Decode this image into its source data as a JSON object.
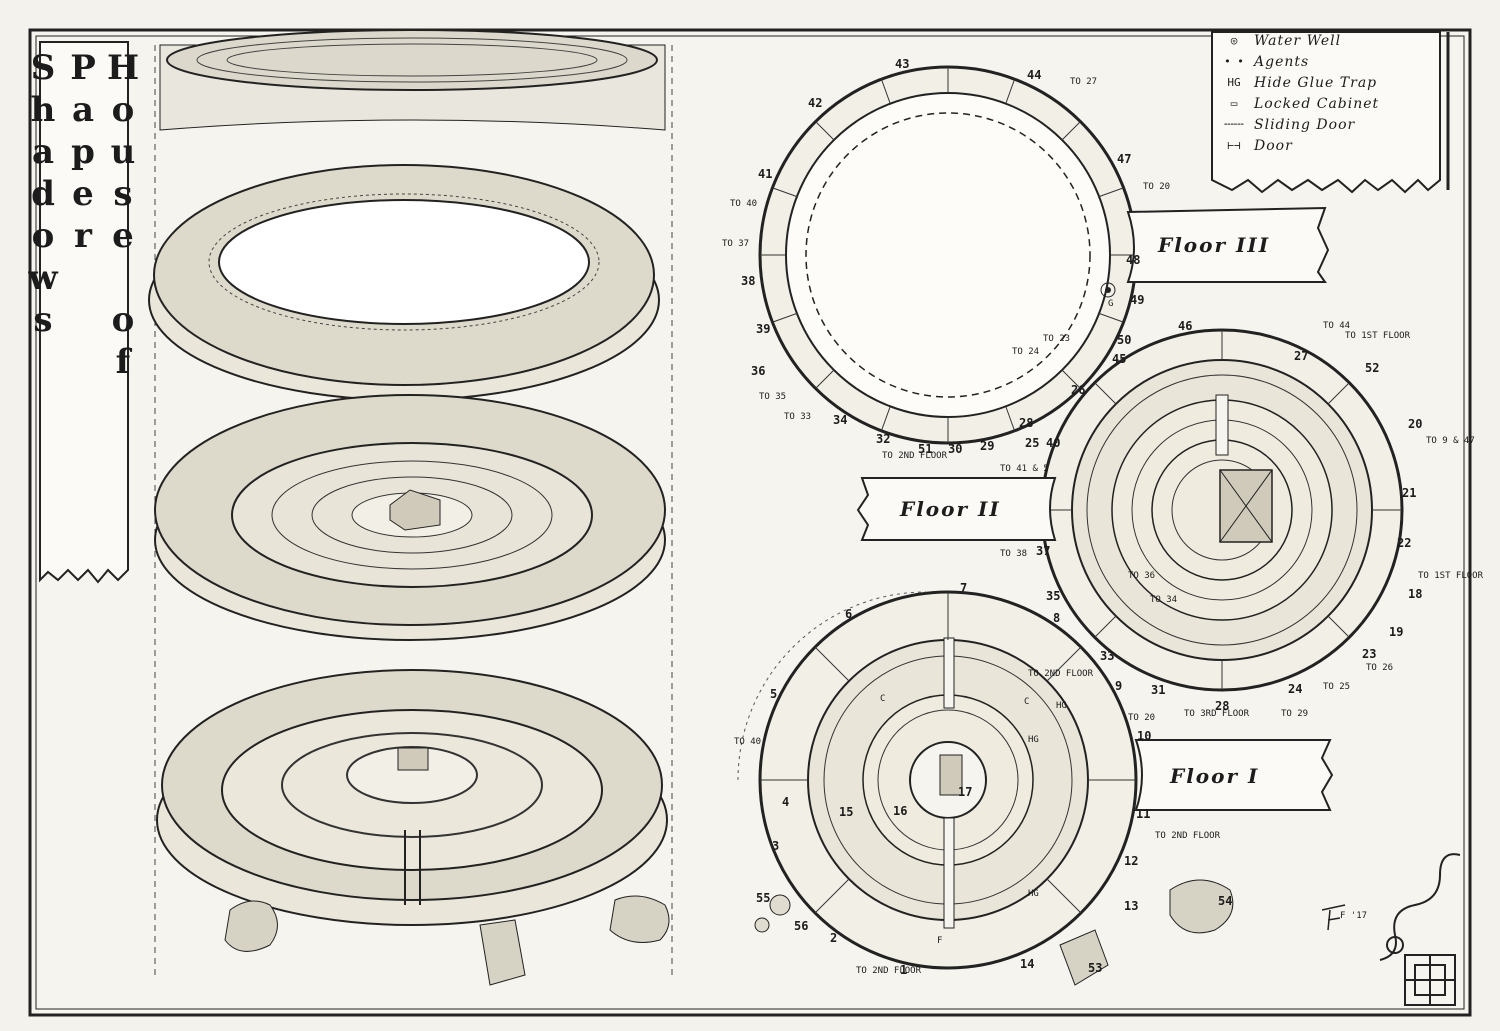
{
  "title": "House of Paper Shadows",
  "legend": [
    {
      "icon": "water-well-icon",
      "symbol": "◎",
      "label": "Water Well"
    },
    {
      "icon": "agents-icon",
      "symbol": "• •",
      "label": "Agents"
    },
    {
      "icon": "hide-glue-trap-icon",
      "symbol": "HG",
      "label": "Hide Glue Trap"
    },
    {
      "icon": "locked-cabinet-icon",
      "symbol": "▭",
      "label": "Locked Cabinet"
    },
    {
      "icon": "sliding-door-icon",
      "symbol": "╌╌╌",
      "label": "Sliding Door"
    },
    {
      "icon": "door-icon",
      "symbol": "⊢⊣",
      "label": "Door"
    }
  ],
  "floors": {
    "floor3": "Floor III",
    "floor2": "Floor II",
    "floor1": "Floor I"
  },
  "signature": "F '17",
  "labels": [
    {
      "t": "43"
    },
    {
      "t": "44"
    },
    {
      "t": "TO 27"
    },
    {
      "t": "42"
    },
    {
      "t": "47"
    },
    {
      "t": "TO 20"
    },
    {
      "t": "41"
    },
    {
      "t": "TO 40"
    },
    {
      "t": "TO 37"
    },
    {
      "t": "38"
    },
    {
      "t": "48"
    },
    {
      "t": "49"
    },
    {
      "t": "39"
    },
    {
      "t": "50"
    },
    {
      "t": "36"
    },
    {
      "t": "TO 24"
    },
    {
      "t": "TO 23"
    },
    {
      "t": "26"
    },
    {
      "t": "TO 35"
    },
    {
      "t": "TO 33"
    },
    {
      "t": "34"
    },
    {
      "t": "32"
    },
    {
      "t": "51"
    },
    {
      "t": "30"
    },
    {
      "t": "29"
    },
    {
      "t": "25"
    },
    {
      "t": "28"
    },
    {
      "t": "TO 2ND FLOOR"
    },
    {
      "t": "46"
    },
    {
      "t": "27"
    },
    {
      "t": "TO 44"
    },
    {
      "t": "TO 1ST FLOOR"
    },
    {
      "t": "45"
    },
    {
      "t": "52"
    },
    {
      "t": "40"
    },
    {
      "t": "20"
    },
    {
      "t": "TO 9 & 47"
    },
    {
      "t": "TO 41 & 5"
    },
    {
      "t": "21"
    },
    {
      "t": "TO 38"
    },
    {
      "t": "37"
    },
    {
      "t": "22"
    },
    {
      "t": "TO 1ST FLOOR"
    },
    {
      "t": "35"
    },
    {
      "t": "TO 36"
    },
    {
      "t": "TO 34"
    },
    {
      "t": "18"
    },
    {
      "t": "19"
    },
    {
      "t": "33"
    },
    {
      "t": "23"
    },
    {
      "t": "TO 26"
    },
    {
      "t": "31"
    },
    {
      "t": "24"
    },
    {
      "t": "TO 25"
    },
    {
      "t": "TO 3RD FLOOR"
    },
    {
      "t": "28"
    },
    {
      "t": "TO 29"
    },
    {
      "t": "7"
    },
    {
      "t": "6"
    },
    {
      "t": "8"
    },
    {
      "t": "5"
    },
    {
      "t": "TO 2ND FLOOR"
    },
    {
      "t": "9"
    },
    {
      "t": "TO 20"
    },
    {
      "t": "10"
    },
    {
      "t": "TO 40"
    },
    {
      "t": "4"
    },
    {
      "t": "15"
    },
    {
      "t": "16"
    },
    {
      "t": "17"
    },
    {
      "t": "11"
    },
    {
      "t": "TO 2ND FLOOR"
    },
    {
      "t": "3"
    },
    {
      "t": "12"
    },
    {
      "t": "55"
    },
    {
      "t": "13"
    },
    {
      "t": "54"
    },
    {
      "t": "56"
    },
    {
      "t": "2"
    },
    {
      "t": "1"
    },
    {
      "t": "TO 2ND FLOOR"
    },
    {
      "t": "14"
    },
    {
      "t": "53"
    },
    {
      "t": "HG"
    },
    {
      "t": "HG"
    },
    {
      "t": "HG"
    },
    {
      "t": "C"
    },
    {
      "t": "C"
    },
    {
      "t": "F"
    },
    {
      "t": "G"
    }
  ]
}
